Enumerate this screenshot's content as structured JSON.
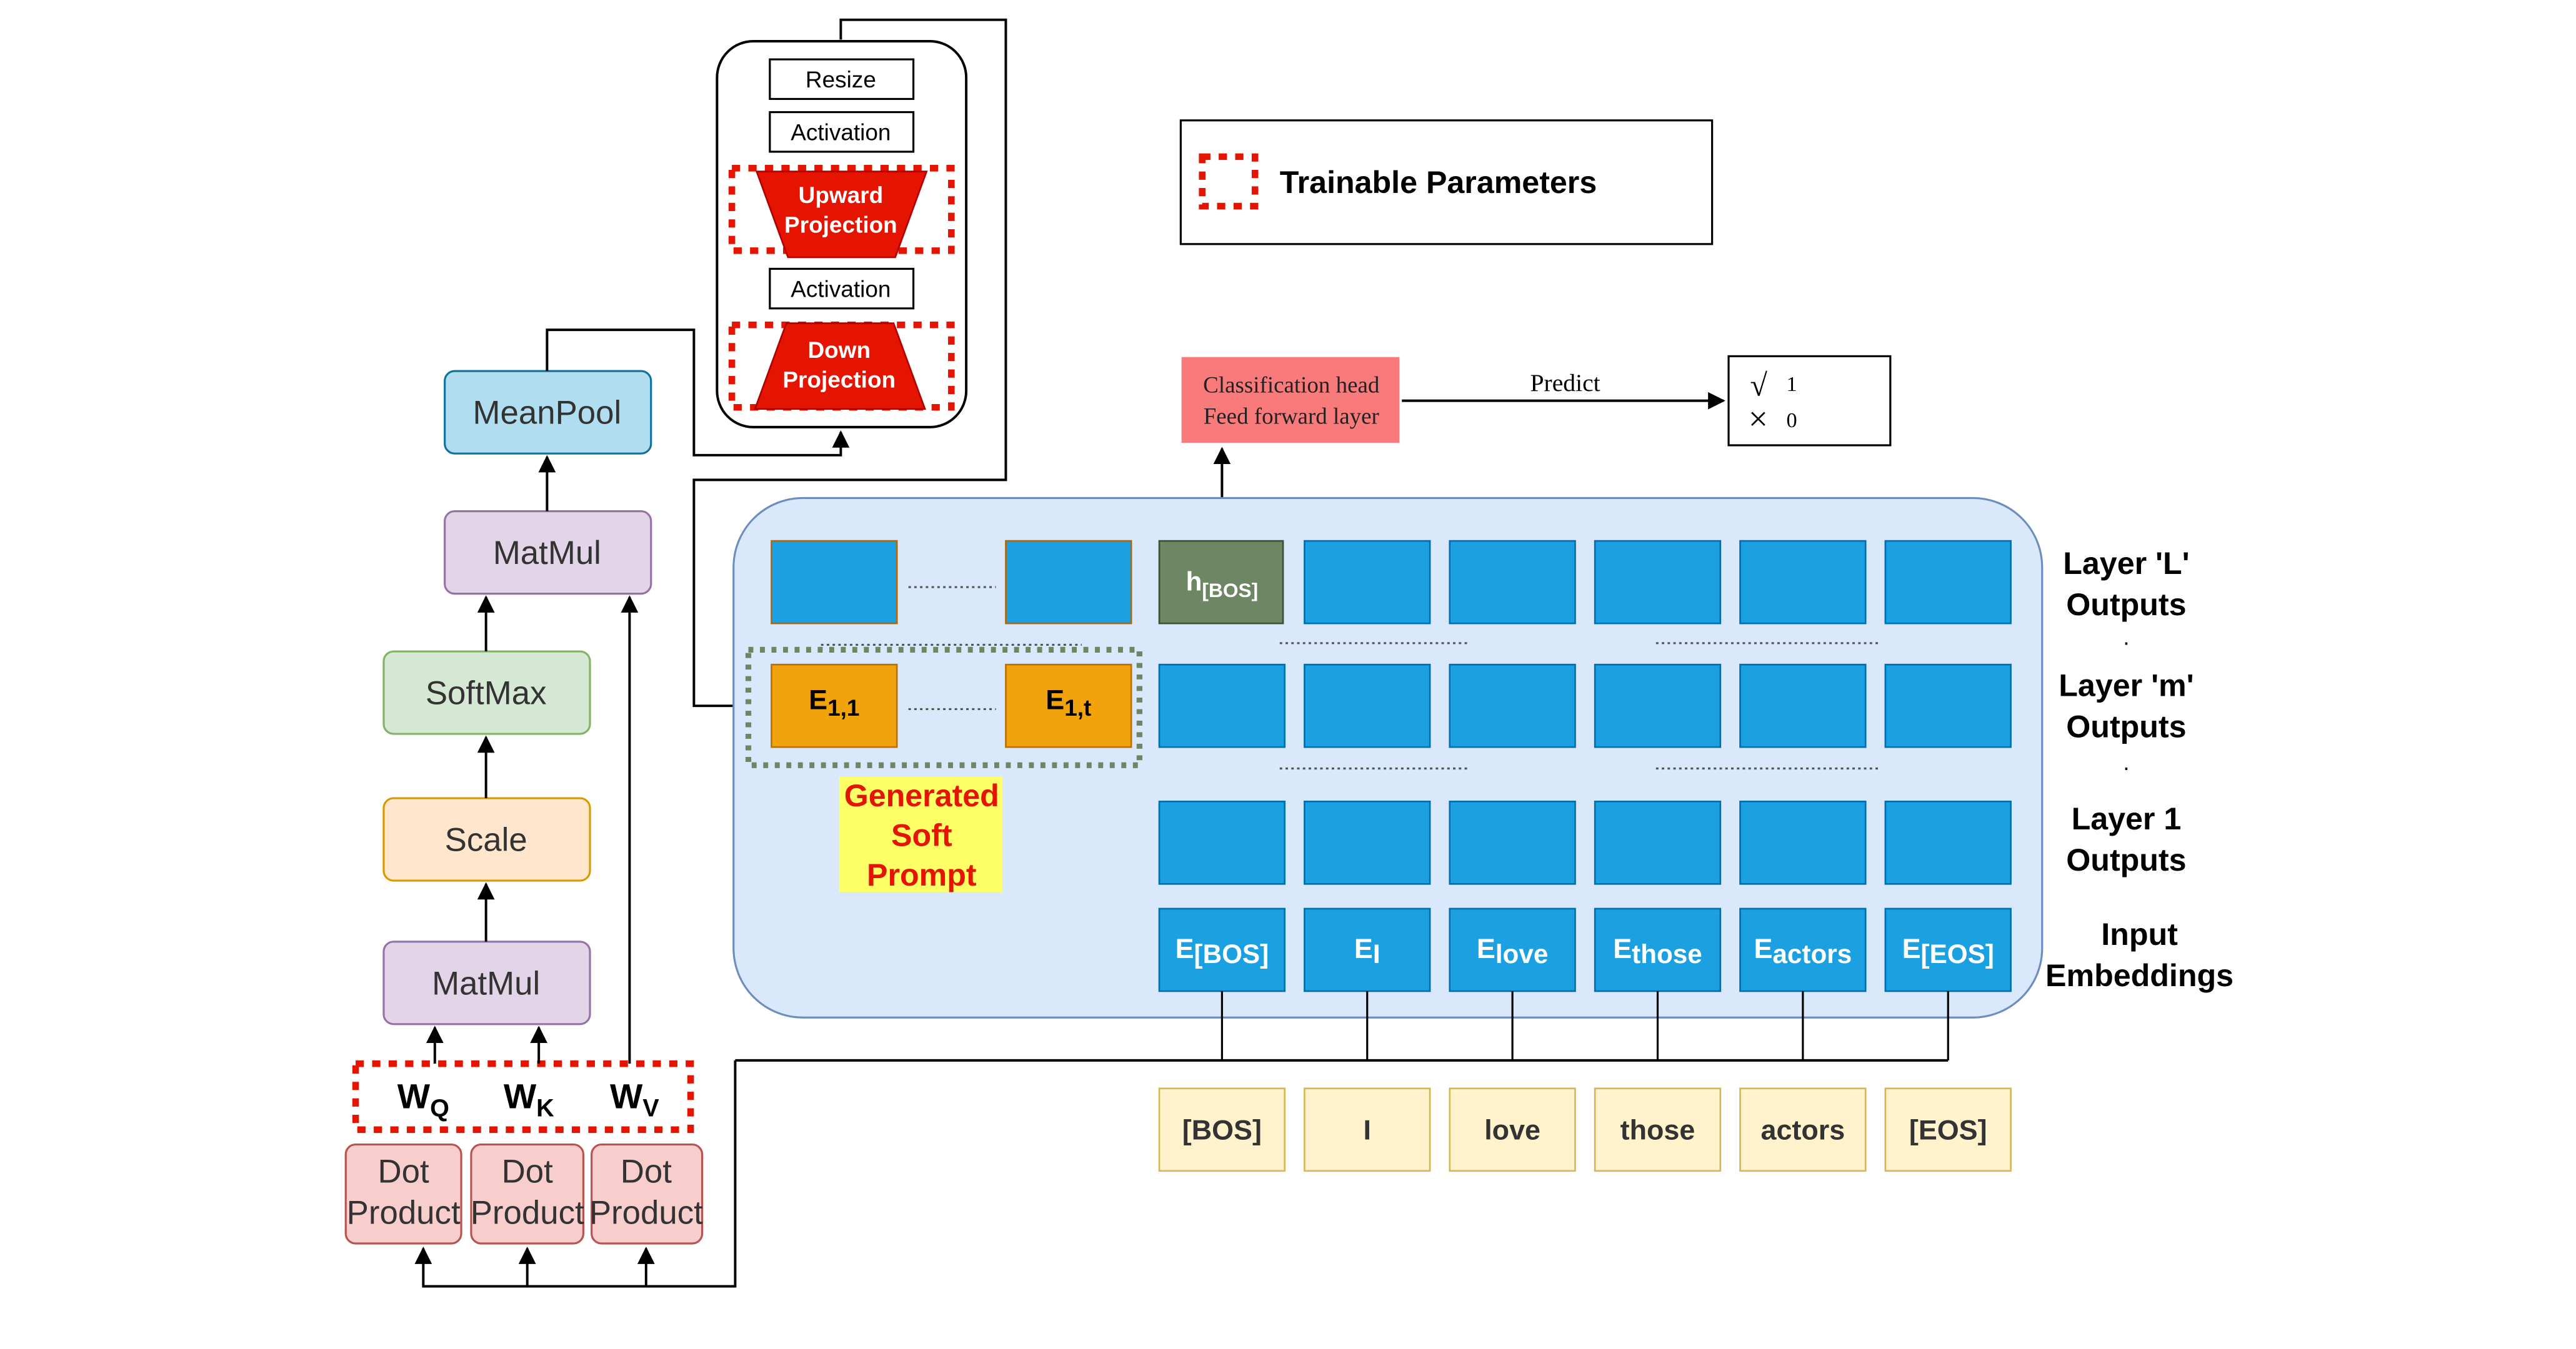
{
  "attention_block": {
    "dot_products": [
      "Dot Product",
      "Dot Product",
      "Dot Product"
    ],
    "weights": [
      {
        "base": "W",
        "sub": "Q"
      },
      {
        "base": "W",
        "sub": "K"
      },
      {
        "base": "W",
        "sub": "V"
      }
    ],
    "matmul_bottom": "MatMul",
    "scale": "Scale",
    "softmax": "SoftMax",
    "matmul_top": "MatMul",
    "meanpool": "MeanPool"
  },
  "generator_block": {
    "resize": "Resize",
    "activation_top": "Activation",
    "upward_projection": [
      "Upward",
      "Projection"
    ],
    "activation_bottom": "Activation",
    "down_projection": [
      "Down",
      "Projection"
    ]
  },
  "legend": {
    "label": "Trainable Parameters"
  },
  "classifier": {
    "head_lines": [
      "Classification head",
      "Feed forward layer"
    ],
    "predict_label": "Predict",
    "outputs": [
      {
        "symbol": "√",
        "value": "1"
      },
      {
        "symbol": "×",
        "value": "0"
      }
    ]
  },
  "encoder": {
    "layer_labels": [
      [
        "Layer 'L'",
        "Outputs"
      ],
      [
        "Layer 'm'",
        "Outputs"
      ],
      [
        "Layer 1",
        "Outputs"
      ],
      [
        "Input",
        "Embeddings"
      ]
    ],
    "bos_hidden": {
      "base": "h",
      "sub": "[BOS]"
    },
    "soft_prompt_tokens": [
      {
        "base": "E",
        "sub": "1,1"
      },
      {
        "base": "E",
        "sub": "1,t"
      }
    ],
    "soft_prompt_label": [
      "Generated",
      "Soft",
      "Prompt"
    ],
    "embeddings": [
      {
        "base": "E",
        "sub": "[BOS]"
      },
      {
        "base": "E",
        "sub": "I"
      },
      {
        "base": "E",
        "sub": "love"
      },
      {
        "base": "E",
        "sub": "those"
      },
      {
        "base": "E",
        "sub": "actors"
      },
      {
        "base": "E",
        "sub": "[EOS]"
      }
    ]
  },
  "input_tokens": [
    "[BOS]",
    "I",
    "love",
    "those",
    "actors",
    "[EOS]"
  ],
  "colors": {
    "blue_box": "#1ba1e2",
    "orange_box": "#f0a30a",
    "dark_green": "#6d8764",
    "panel_fill": "#dae8fc",
    "trainable_red": "#e51400",
    "soft_prompt_yellow": "#ffff66",
    "classifier_red": "#f87a7a",
    "token_fill": "#fff2cc",
    "meanpool_fill": "#b1ddf0",
    "matmul_fill": "#e1d5e7",
    "softmax_fill": "#d5e8d4",
    "scale_fill": "#ffe6cc",
    "dotproduct_fill": "#f8cecc"
  }
}
